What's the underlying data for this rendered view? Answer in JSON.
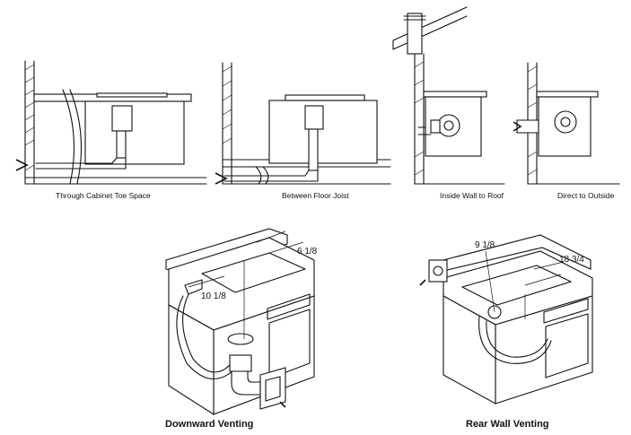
{
  "top_labels": {
    "cabinet_toe": "Through Cabinet Toe Space",
    "floor_joist": "Between Floor Joist",
    "wall_roof": "Inside Wall to Roof",
    "direct": "Direct to Outside"
  },
  "bottom_left": {
    "caption": "Downward Venting",
    "dim_a": "6 1/8",
    "dim_b": "10 1/8"
  },
  "bottom_right": {
    "caption": "Rear Wall Venting",
    "dim_a": "9 1/8",
    "dim_b": "18 3/4"
  }
}
